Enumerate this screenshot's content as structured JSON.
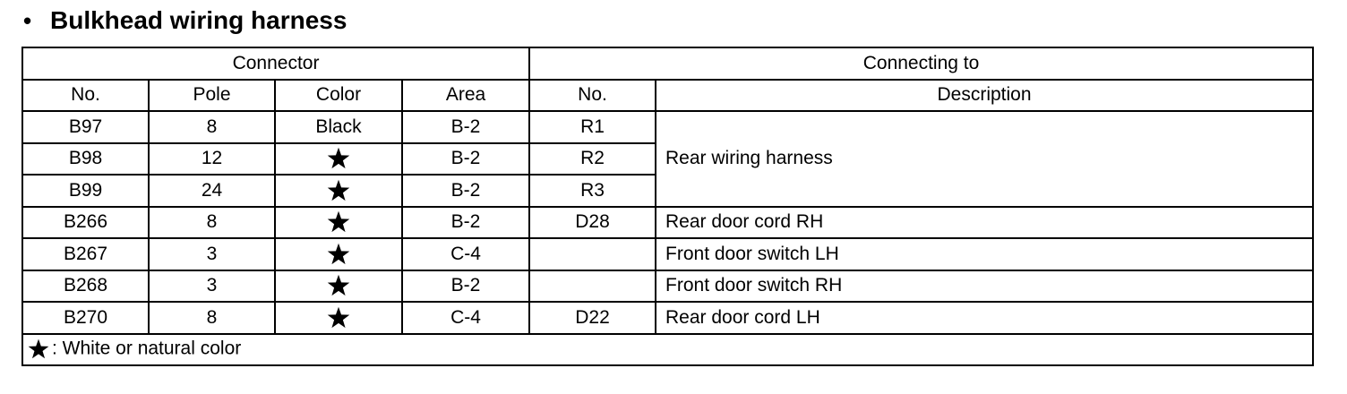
{
  "heading": {
    "bullet": "•",
    "title": "Bulkhead wiring harness"
  },
  "table": {
    "group_headers": {
      "connector": "Connector",
      "connecting_to": "Connecting to"
    },
    "column_headers": {
      "no": "No.",
      "pole": "Pole",
      "color": "Color",
      "area": "Area",
      "conn_no": "No.",
      "description": "Description"
    },
    "rows": [
      {
        "no": "B97",
        "pole": "8",
        "color": "Black",
        "area": "B-2",
        "conn_no": "R1"
      },
      {
        "no": "B98",
        "pole": "12",
        "color": "star-icon",
        "area": "B-2",
        "conn_no": "R2"
      },
      {
        "no": "B99",
        "pole": "24",
        "color": "star-icon",
        "area": "B-2",
        "conn_no": "R3"
      },
      {
        "no": "B266",
        "pole": "8",
        "color": "star-icon",
        "area": "B-2",
        "conn_no": "D28",
        "description": "Rear door cord RH"
      },
      {
        "no": "B267",
        "pole": "3",
        "color": "star-icon",
        "area": "C-4",
        "conn_no": "",
        "description": "Front door switch LH"
      },
      {
        "no": "B268",
        "pole": "3",
        "color": "star-icon",
        "area": "B-2",
        "conn_no": "",
        "description": "Front door switch RH"
      },
      {
        "no": "B270",
        "pole": "8",
        "color": "star-icon",
        "area": "C-4",
        "conn_no": "D22",
        "description": "Rear door cord LH"
      }
    ],
    "merged_description_rows_0_2": "Rear wiring harness",
    "footnote": ": White or natural color"
  }
}
